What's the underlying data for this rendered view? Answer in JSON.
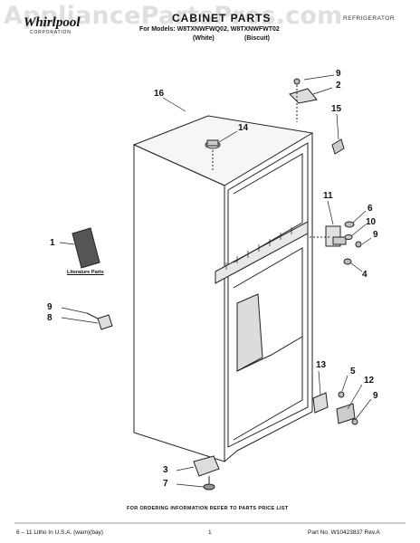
{
  "watermark": "AppliancePartsPros.com",
  "brand": {
    "name": "Whirlpool",
    "sub": "CORPORATION"
  },
  "header": {
    "title": "CABINET PARTS",
    "models": "For Models: W8TXNWFWQ02, W8TXNWFWT02",
    "color_white": "(White)",
    "color_biscuit": "(Biscuit)",
    "category": "REFRIGERATOR"
  },
  "callouts": {
    "c16": "16",
    "c14": "14",
    "c9a": "9",
    "c2": "2",
    "c15": "15",
    "c11": "11",
    "c6": "6",
    "c10": "10",
    "c9b": "9",
    "c4": "4",
    "c1": "1",
    "c9c": "9",
    "c8": "8",
    "c13": "13",
    "c5": "5",
    "c12": "12",
    "c9d": "9",
    "c3": "3",
    "c7": "7"
  },
  "literature_label": "Literature Parts",
  "ordering_note": "FOR ORDERING INFORMATION REFER TO PARTS PRICE LIST",
  "footer": {
    "left": "6 – 11 Litho In U.S.A. (wam)(bay)",
    "page": "1",
    "right": "Part No. W10423837 Rev.A"
  }
}
